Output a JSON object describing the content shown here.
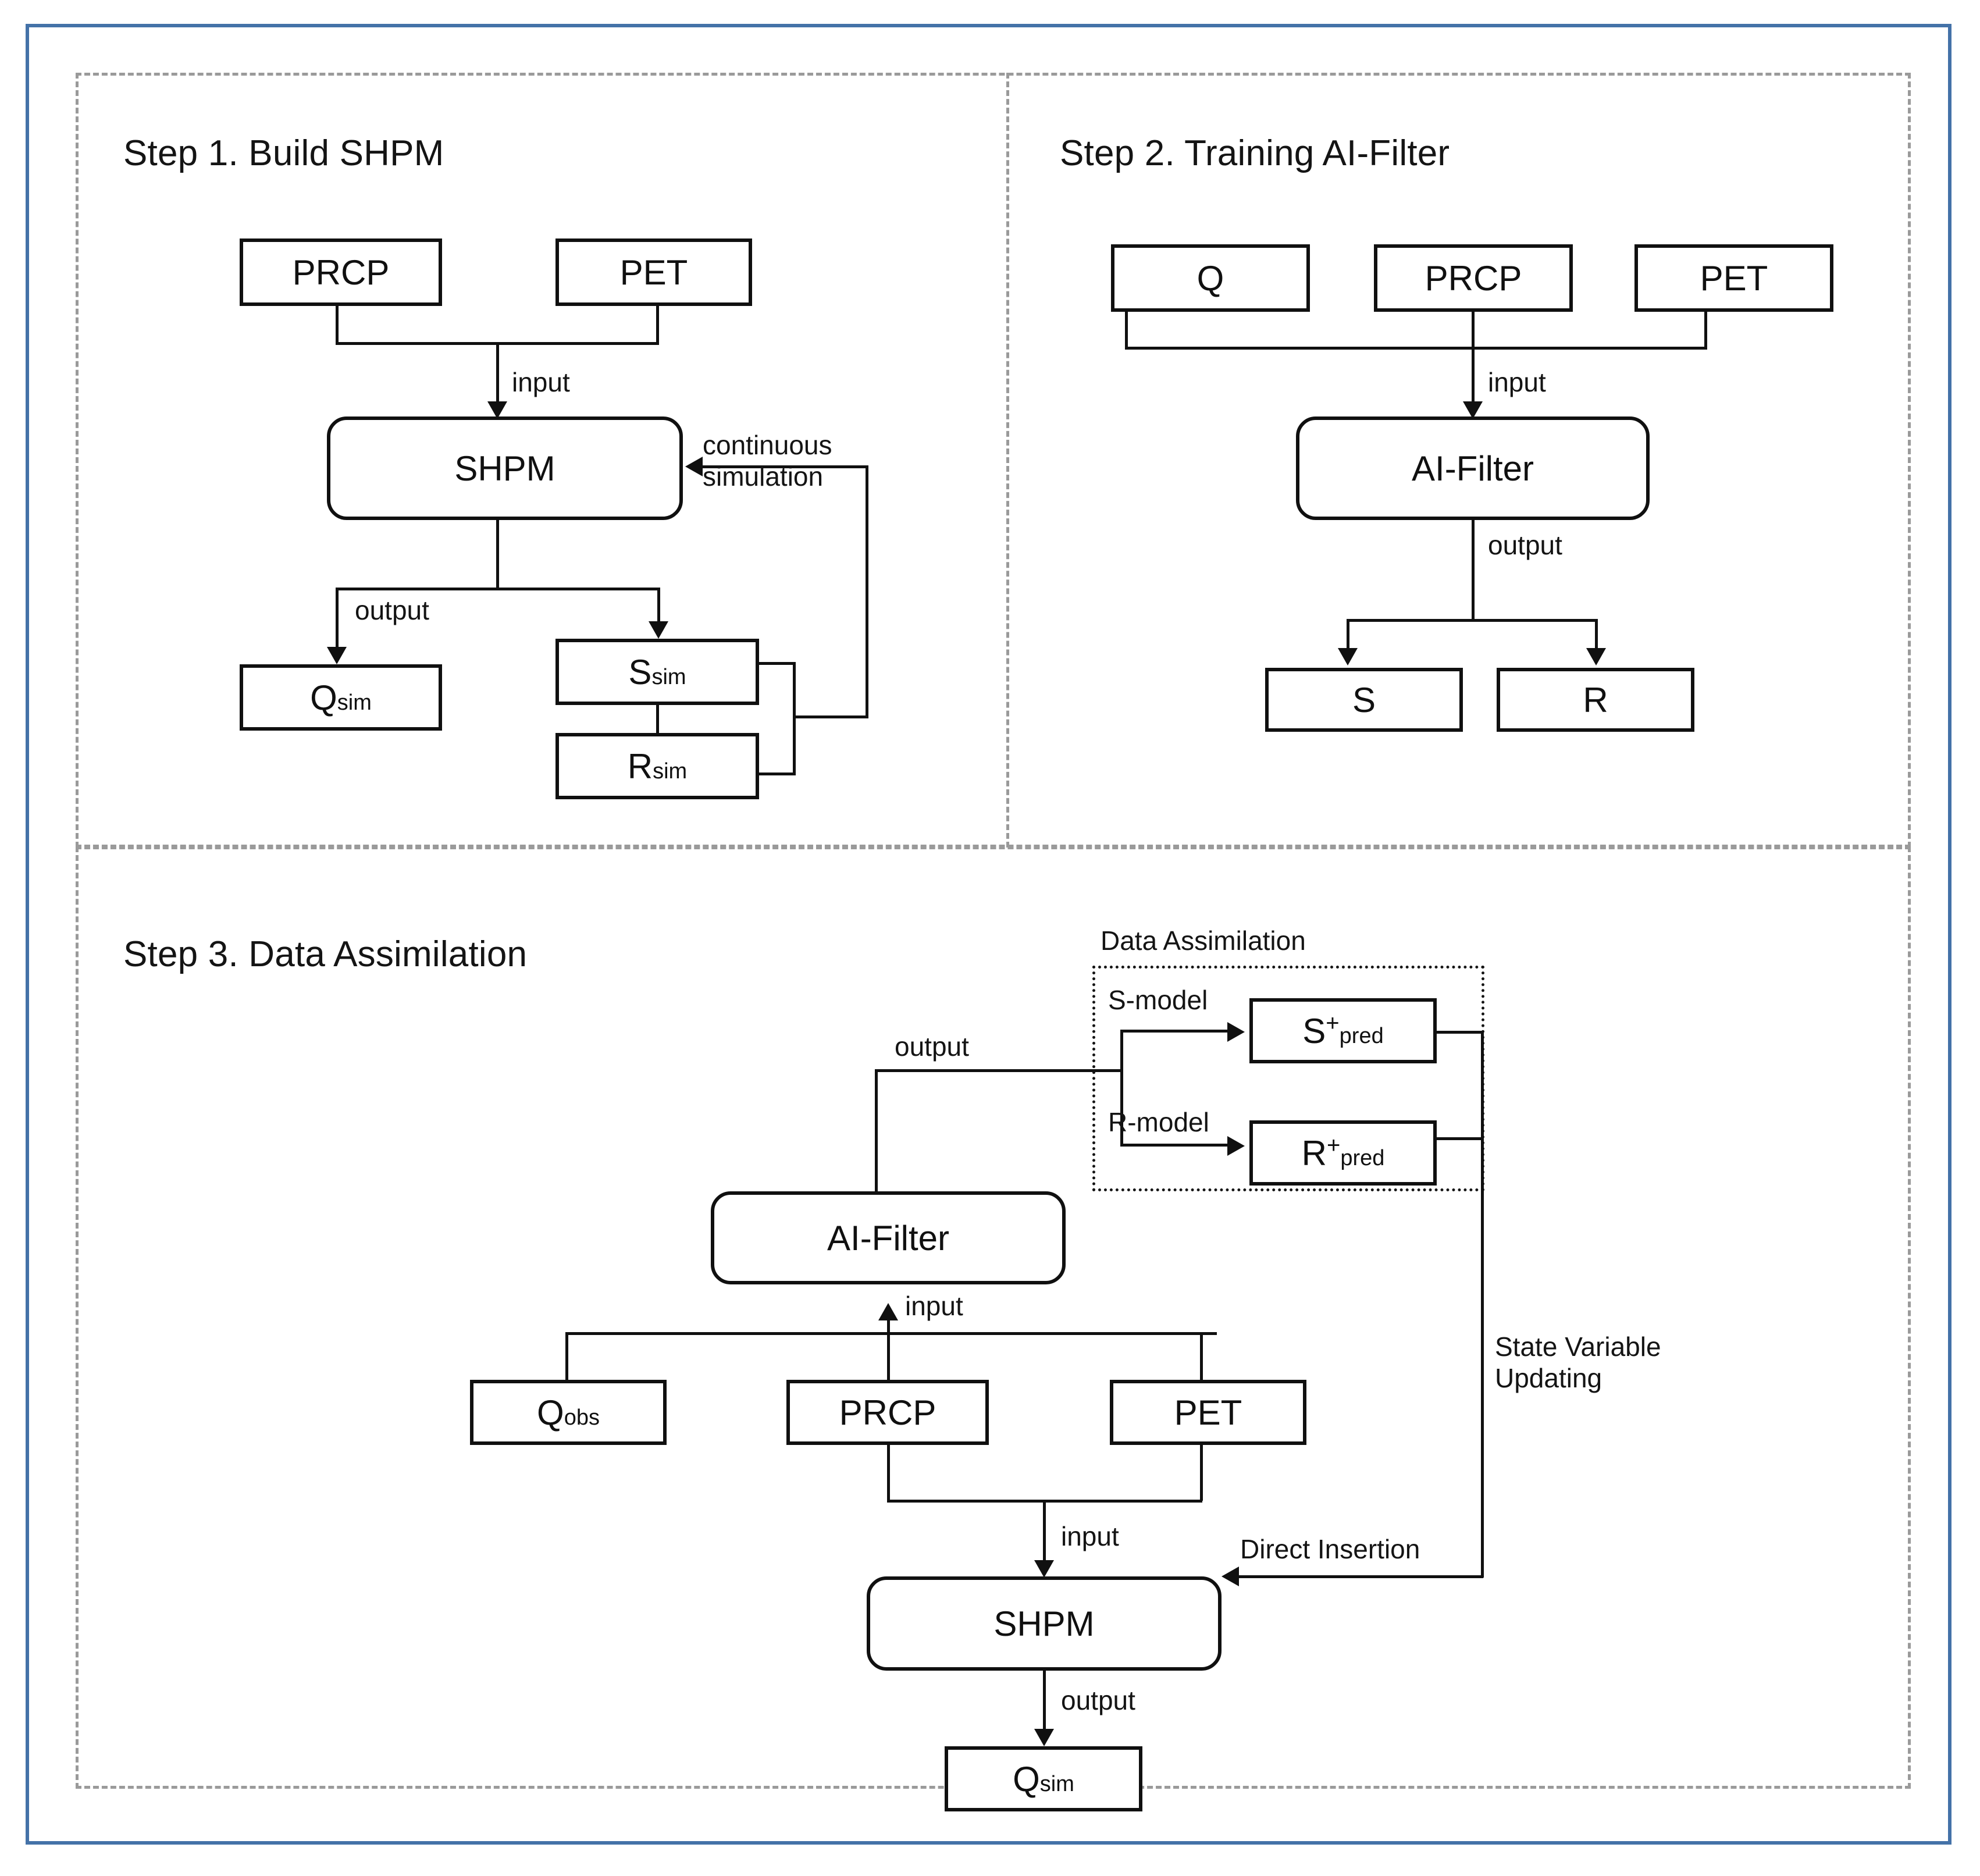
{
  "figure": {
    "frame_color": "#4472a8",
    "panel_border_color": "#9a9a9a",
    "line_color": "#101010"
  },
  "steps": [
    {
      "id": "step1",
      "title": "Step 1. Build SHPM"
    },
    {
      "id": "step2",
      "title": "Step 2. Training AI-Filter"
    },
    {
      "id": "step3",
      "title": "Step 3. Data Assimilation"
    }
  ],
  "step1": {
    "nodes": {
      "prcp": "PRCP",
      "pet": "PET",
      "shpm": "SHPM",
      "qsim_base": "Q",
      "qsim_sub": "sim",
      "ssim_base": "S",
      "ssim_sub": "sim",
      "rsim_base": "R",
      "rsim_sub": "sim"
    },
    "labels": {
      "input": "input",
      "output": "output",
      "feedback_line1": "continuous",
      "feedback_line2": "simulation"
    }
  },
  "step2": {
    "nodes": {
      "q": "Q",
      "prcp": "PRCP",
      "pet": "PET",
      "aifilter": "AI-Filter",
      "s": "S",
      "r": "R"
    },
    "labels": {
      "input": "input",
      "output": "output"
    }
  },
  "step3": {
    "nodes": {
      "aifilter": "AI-Filter",
      "qobs_base": "Q",
      "qobs_sub": "obs",
      "prcp": "PRCP",
      "pet": "PET",
      "shpm": "SHPM",
      "qsim_base": "Q",
      "qsim_sub": "sim",
      "spred_base": "S",
      "spred_sup": "+",
      "spred_sub": "pred",
      "rpred_base": "R",
      "rpred_sup": "+",
      "rpred_sub": "pred"
    },
    "labels": {
      "da_group_caption": "Data Assimilation",
      "s_model": "S-model",
      "r_model": "R-model",
      "output_top": "output",
      "input_filter": "input",
      "input_shpm": "input",
      "output_bottom": "output",
      "direct_insertion": "Direct Insertion",
      "state_update_line1": "State Variable",
      "state_update_line2": "Updating"
    }
  }
}
